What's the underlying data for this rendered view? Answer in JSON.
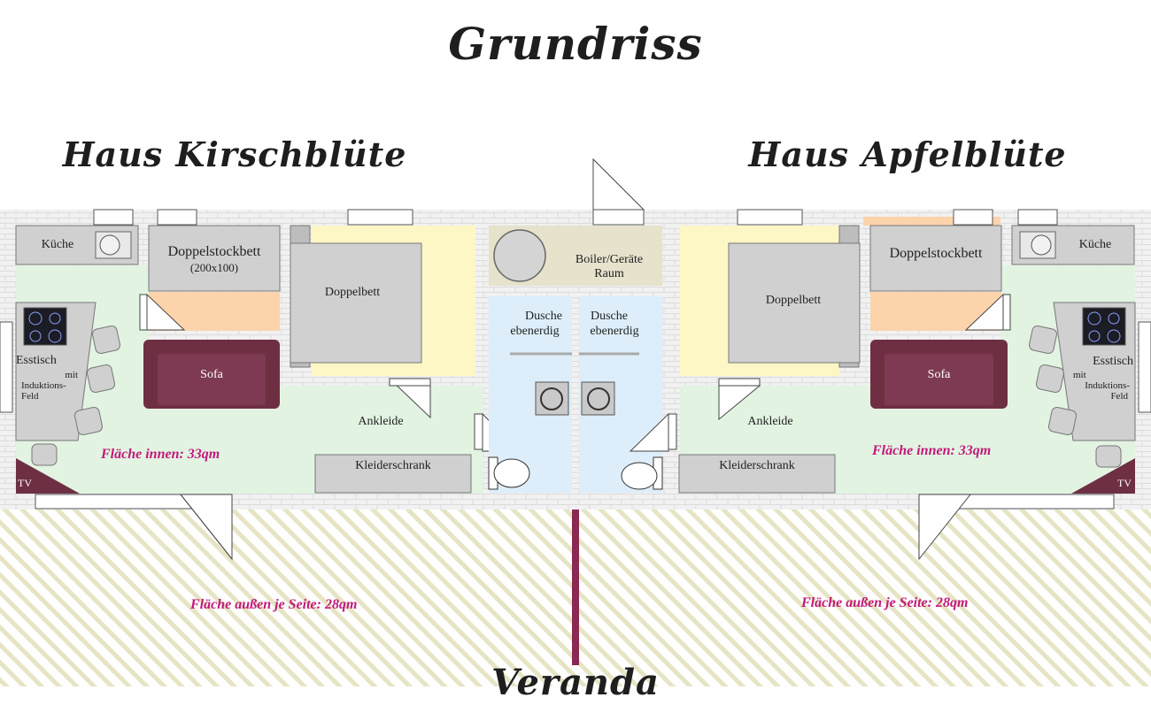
{
  "title": "Grundriss",
  "houses": {
    "left_name": "Haus Kirschblüte",
    "right_name": "Haus Apfelblüte"
  },
  "rooms": {
    "kueche": "Küche",
    "doppelstockbett": "Doppelstockbett",
    "doppelstockbett_size": "(200x100)",
    "doppelbett": "Doppelbett",
    "sofa": "Sofa",
    "esstisch": "Esstisch",
    "mit_induktionsfeld_1": "mit",
    "mit_induktionsfeld_2": "Induktions-",
    "mit_induktionsfeld_3": "Feld",
    "ankleide": "Ankleide",
    "kleiderschrank": "Kleiderschrank",
    "tv": "TV",
    "boiler_1": "Boiler/Geräte",
    "boiler_2": "Raum",
    "dusche_1": "Dusche",
    "dusche_2": "ebenerdig"
  },
  "areas": {
    "inside": "Fläche innen: 33qm",
    "outside": "Fläche außen je Seite: 28qm"
  },
  "veranda": "Veranda",
  "colors": {
    "gray_furniture": "#d0d0d0",
    "yellow_zone": "#fdf7c6",
    "orange_zone": "#fcd3ab",
    "green_zone": "#e2f3e2",
    "blue_zone": "#ddeefa",
    "beige_zone": "#e6e2cc",
    "sofa": "#6e2f43",
    "accent_magenta": "#c2197a",
    "divider": "#8a2a52",
    "wall_brick": "#ececec"
  }
}
